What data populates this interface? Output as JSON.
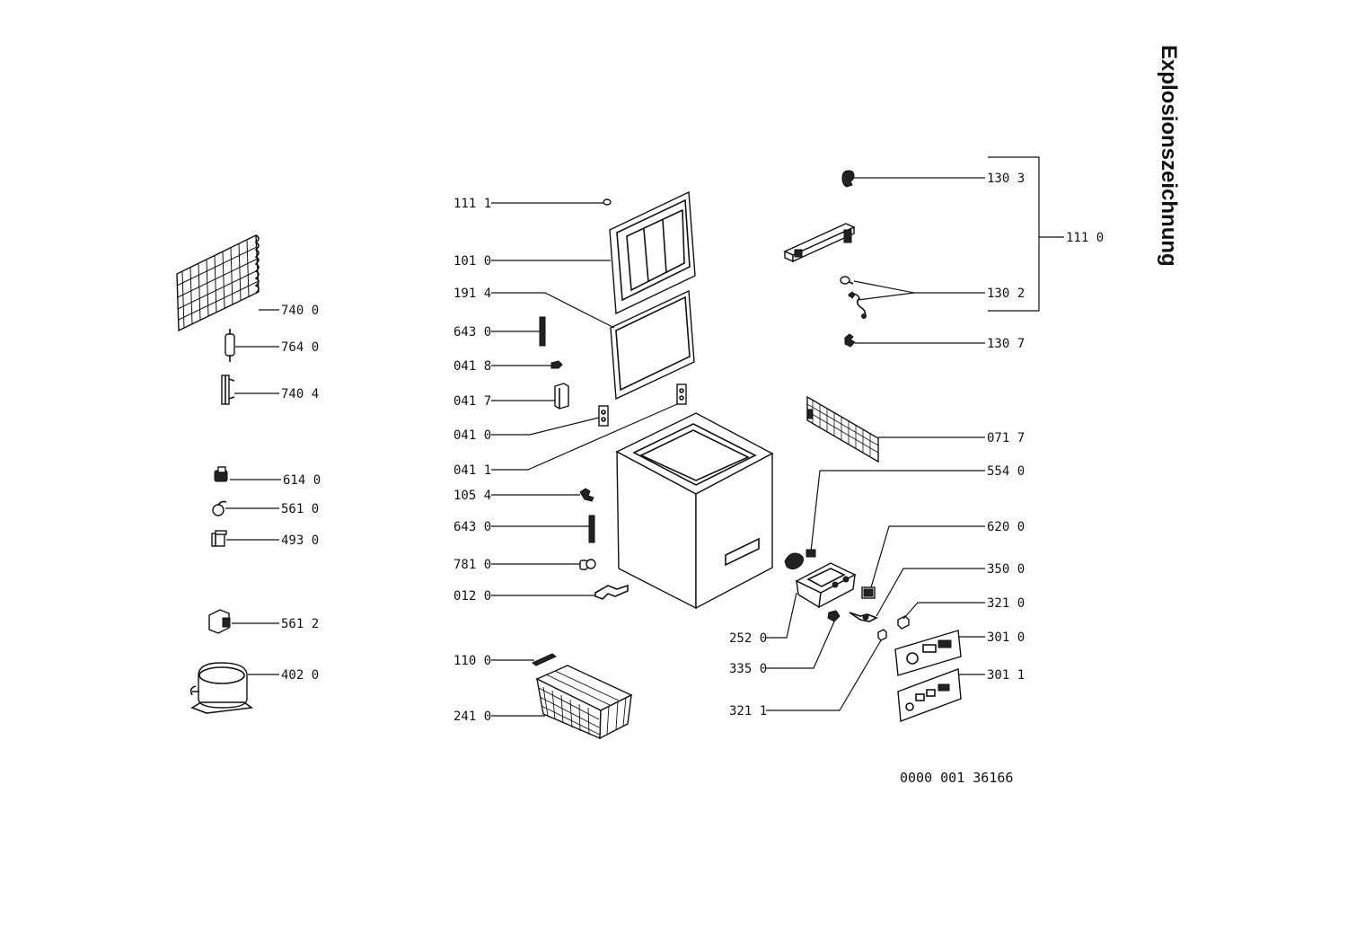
{
  "title": "Explosionszeichnung",
  "document_number": "0000 001 36166",
  "colors": {
    "ink": "#111111",
    "paper": "#ffffff"
  },
  "labels": {
    "p7400": "740 0",
    "p7640": "764 0",
    "p7404": "740 4",
    "p6140": "614 0",
    "p5610": "561 0",
    "p4930": "493 0",
    "p5612": "561 2",
    "p4020": "402 0",
    "p1111": "111 1",
    "p1010": "101 0",
    "p1914": "191 4",
    "p6430a": "643 0",
    "p0418": "041 8",
    "p0417": "041 7",
    "p0410": "041 0",
    "p0411": "041 1",
    "p1054": "105 4",
    "p6430b": "643 0",
    "p7810": "781 0",
    "p0120": "012 0",
    "p1100": "110 0",
    "p2410": "241 0",
    "p1303": "130 3",
    "p1302": "130 2",
    "p1307": "130 7",
    "p1110": "111 0",
    "p0717": "071 7",
    "p5540": "554 0",
    "p6200": "620 0",
    "p3500": "350 0",
    "p3210": "321 0",
    "p3010": "301 0",
    "p3011": "301 1",
    "p2520": "252 0",
    "p3350": "335 0",
    "p3211": "321 1"
  }
}
